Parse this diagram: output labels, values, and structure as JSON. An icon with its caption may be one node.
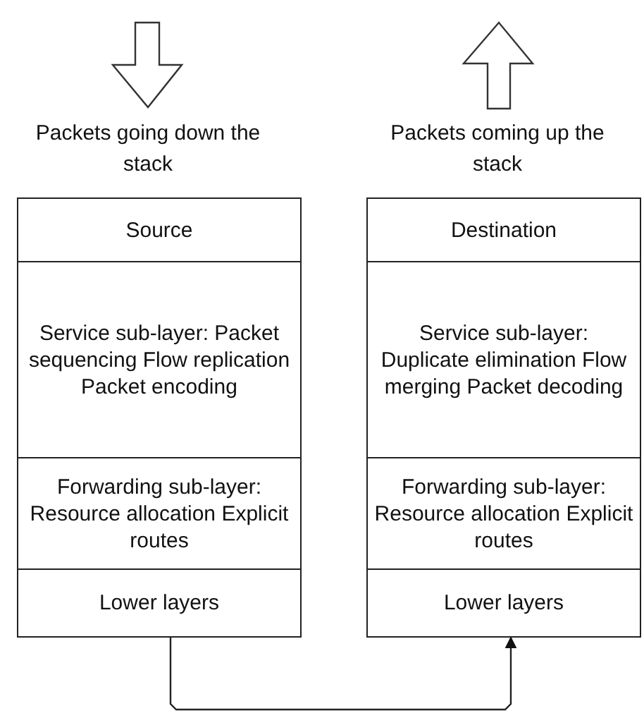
{
  "diagram": {
    "nodes": [
      {
        "text": [
          "Source"
        ]
      },
      {
        "text": [
          "Service sub-layer: Packet sequencing Flow replication Packet encoding"
        ]
      },
      {
        "text": [
          "Forwarding sub-layer: Resource allocation Explicit routes"
        ]
      },
      {
        "text": [
          "Lower layers"
        ]
      },
      {
        "text": [
          "Destination"
        ]
      },
      {
        "text": [
          "Service sub-layer: Duplicate elimination Flow merging Packet decoding"
        ]
      },
      {
        "text": [
          "Forwarding sub-layer: Resource allocation Explicit routes"
        ]
      },
      {
        "text": [
          "Lower layers"
        ]
      }
    ],
    "edges": [
      {
        "from": 3,
        "to": 7,
        "arrow": "to"
      }
    ],
    "labels": [
      "Packets going down the stack",
      "Packets coming up the stack"
    ]
  }
}
